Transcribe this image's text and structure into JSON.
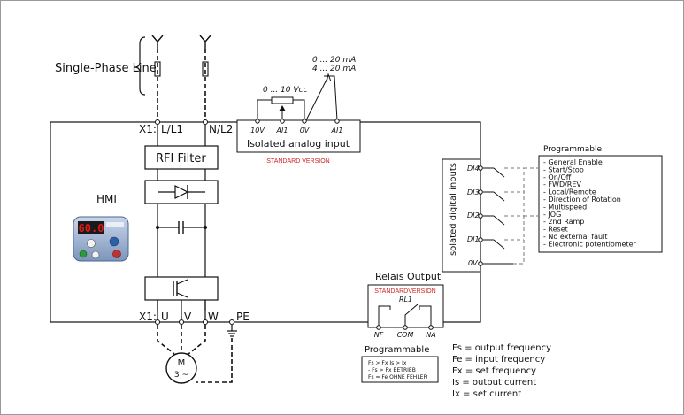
{
  "diagram": {
    "line_title": "Single-Phase Line",
    "x1_top": "X1:",
    "l_l1": "L/L1",
    "n_l2": "N/L2",
    "rfi_filter": "RFI Filter",
    "hmi_label": "HMI",
    "hmi_display": "60.0",
    "x1_bottom": "X1:",
    "u": "U",
    "v": "V",
    "w": "W",
    "pe": "PE",
    "motor_m": "M",
    "motor_3": "3 ~"
  },
  "analog": {
    "range_voltage": "0 ... 10 Vcc",
    "range_current_1": "0 ... 20 mA",
    "range_current_2": "4 ... 20 mA",
    "terminals": [
      "10V",
      "AI1",
      "0V",
      "AI1"
    ],
    "box_label": "Isolated analog input",
    "standard_version": "STANDARD VERSION"
  },
  "digital": {
    "title": "Isolated digital inputs",
    "terminals": [
      "DI4",
      "DI3",
      "DI2",
      "DI1",
      "0V"
    ]
  },
  "programmable": {
    "title": "Programmable",
    "items": [
      "- General Enable",
      "- Start/Stop",
      "- On/Off",
      "- FWD/REV",
      "- Local/Remote",
      "- Direction of Rotation",
      "- Multispeed",
      "- JOG",
      "- 2nd Ramp",
      "- Reset",
      "- No external fault",
      "- Electronic potentiometer"
    ]
  },
  "relay": {
    "title": "Relais Output",
    "standard_version": "STANDARDVERSION",
    "rl1": "RL1",
    "terminals": [
      "NF",
      "COM",
      "NA"
    ]
  },
  "programmable_relay": {
    "title": "Programmable",
    "lines": [
      "Fs > Fx  Is > Ix",
      "- Fs > Fx  BETRIEB",
      "Fs = Fe  OHNE FEHLER"
    ]
  },
  "legend": [
    "Fs = output frequency",
    "Fe = input frequency",
    "Fx = set frequency",
    "Is = output current",
    "Ix = set current"
  ],
  "colors": {
    "standard_version": "#cc2222",
    "hmi_body": "#8fa7c8",
    "hmi_display": "#cc1111",
    "hmi_button_green": "#2a9a3a",
    "hmi_button_red": "#c23030",
    "hmi_button_blue": "#2b5fa8"
  }
}
